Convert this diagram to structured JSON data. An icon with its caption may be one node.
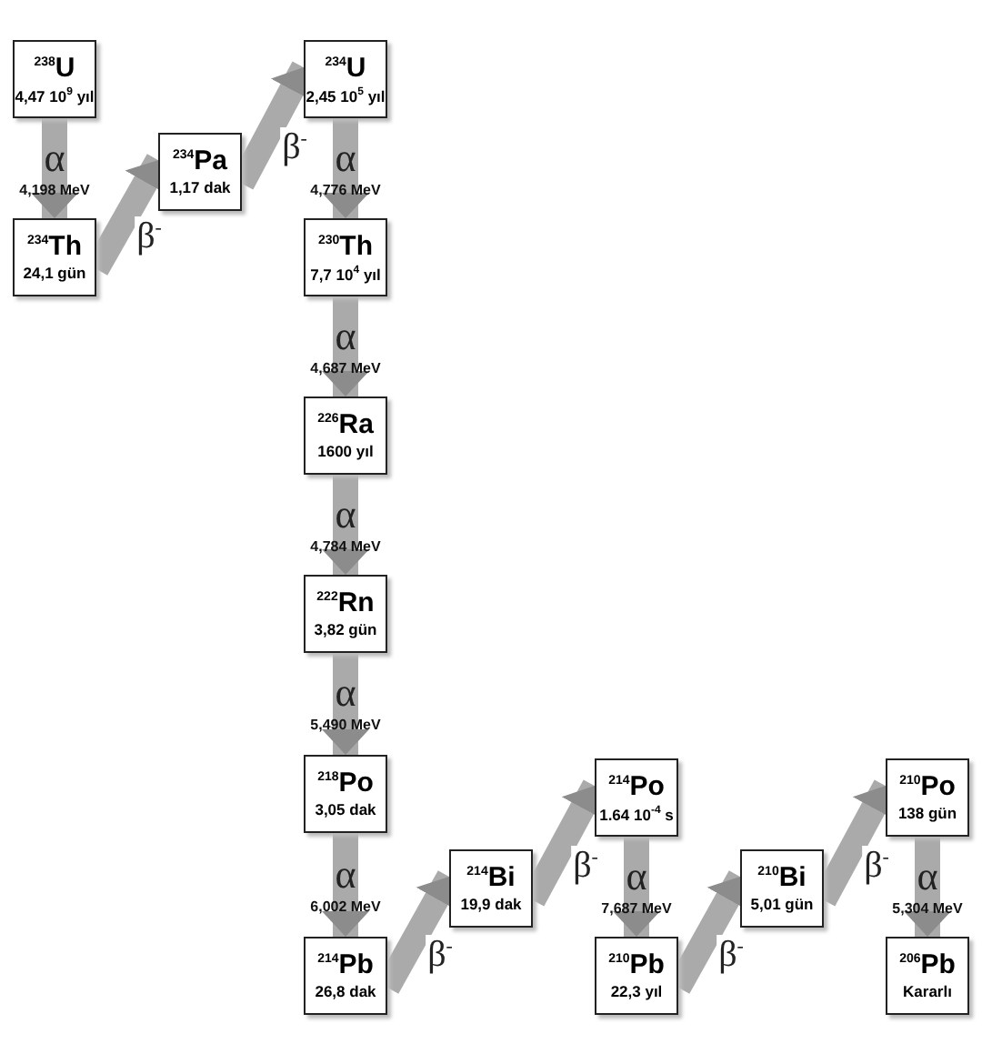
{
  "diagram": {
    "nodes": [
      {
        "text": [
          "$^{238}$U",
          "4,47 10$^{9}$ yıl"
        ]
      },
      {
        "text": [
          "$^{234}$Th",
          "24,1 gün"
        ]
      },
      {
        "text": [
          "$^{234}$Pa",
          "1,17 dak"
        ]
      },
      {
        "text": [
          "$^{234}$U",
          "2,45 10$^{5}$ yıl"
        ]
      },
      {
        "text": [
          "$^{230}$Th",
          "7,7 10$^{4}$ yıl"
        ]
      },
      {
        "text": [
          "$^{226}$Ra",
          "1600 yıl"
        ]
      },
      {
        "text": [
          "$^{222}$Rn",
          "3,82 gün"
        ]
      },
      {
        "text": [
          "$^{218}$Po",
          "3,05 dak"
        ]
      },
      {
        "text": [
          "$^{214}$Pb",
          "26,8 dak"
        ]
      },
      {
        "text": [
          "$^{214}$Bi",
          "19,9 dak"
        ]
      },
      {
        "text": [
          "$^{214}$Po",
          "1.64 10$^{-4}$ s"
        ]
      },
      {
        "text": [
          "$^{210}$Pb",
          "22,3 yıl"
        ]
      },
      {
        "text": [
          "$^{210}$Bi",
          "5,01 gün"
        ]
      },
      {
        "text": [
          "$^{210}$Po",
          "138 gün"
        ]
      },
      {
        "text": [
          "$^{206}$Pb",
          "Kararlı"
        ]
      }
    ],
    "edges": [
      {
        "from": 0,
        "to": 1,
        "arrow": "to",
        "label": "α"
      },
      {
        "from": 1,
        "to": 2,
        "arrow": "to",
        "label": "β$^{-}$"
      },
      {
        "from": 2,
        "to": 3,
        "arrow": "to",
        "label": "β$^{-}$"
      },
      {
        "from": 3,
        "to": 4,
        "arrow": "to",
        "label": "α"
      },
      {
        "from": 4,
        "to": 5,
        "arrow": "to",
        "label": "α"
      },
      {
        "from": 5,
        "to": 6,
        "arrow": "to",
        "label": "α"
      },
      {
        "from": 6,
        "to": 7,
        "arrow": "to",
        "label": "α"
      },
      {
        "from": 7,
        "to": 8,
        "arrow": "to",
        "label": "α"
      },
      {
        "from": 8,
        "to": 9,
        "arrow": "to",
        "label": "β$^{-}$"
      },
      {
        "from": 9,
        "to": 10,
        "arrow": "to",
        "label": "β$^{-}$"
      },
      {
        "from": 10,
        "to": 11,
        "arrow": "to",
        "label": "α"
      },
      {
        "from": 11,
        "to": 12,
        "arrow": "to",
        "label": "β$^{-}$"
      },
      {
        "from": 12,
        "to": 13,
        "arrow": "to",
        "label": "β$^{-}$"
      },
      {
        "from": 13,
        "to": 14,
        "arrow": "to",
        "label": "α"
      }
    ],
    "labels": [
      "4,198 MeV",
      "4,776 MeV",
      "4,687 MeV",
      "4,784 MeV",
      "5,490 MeV",
      "6,002 MeV",
      "7,687 MeV",
      "5,304 MeV"
    ]
  }
}
